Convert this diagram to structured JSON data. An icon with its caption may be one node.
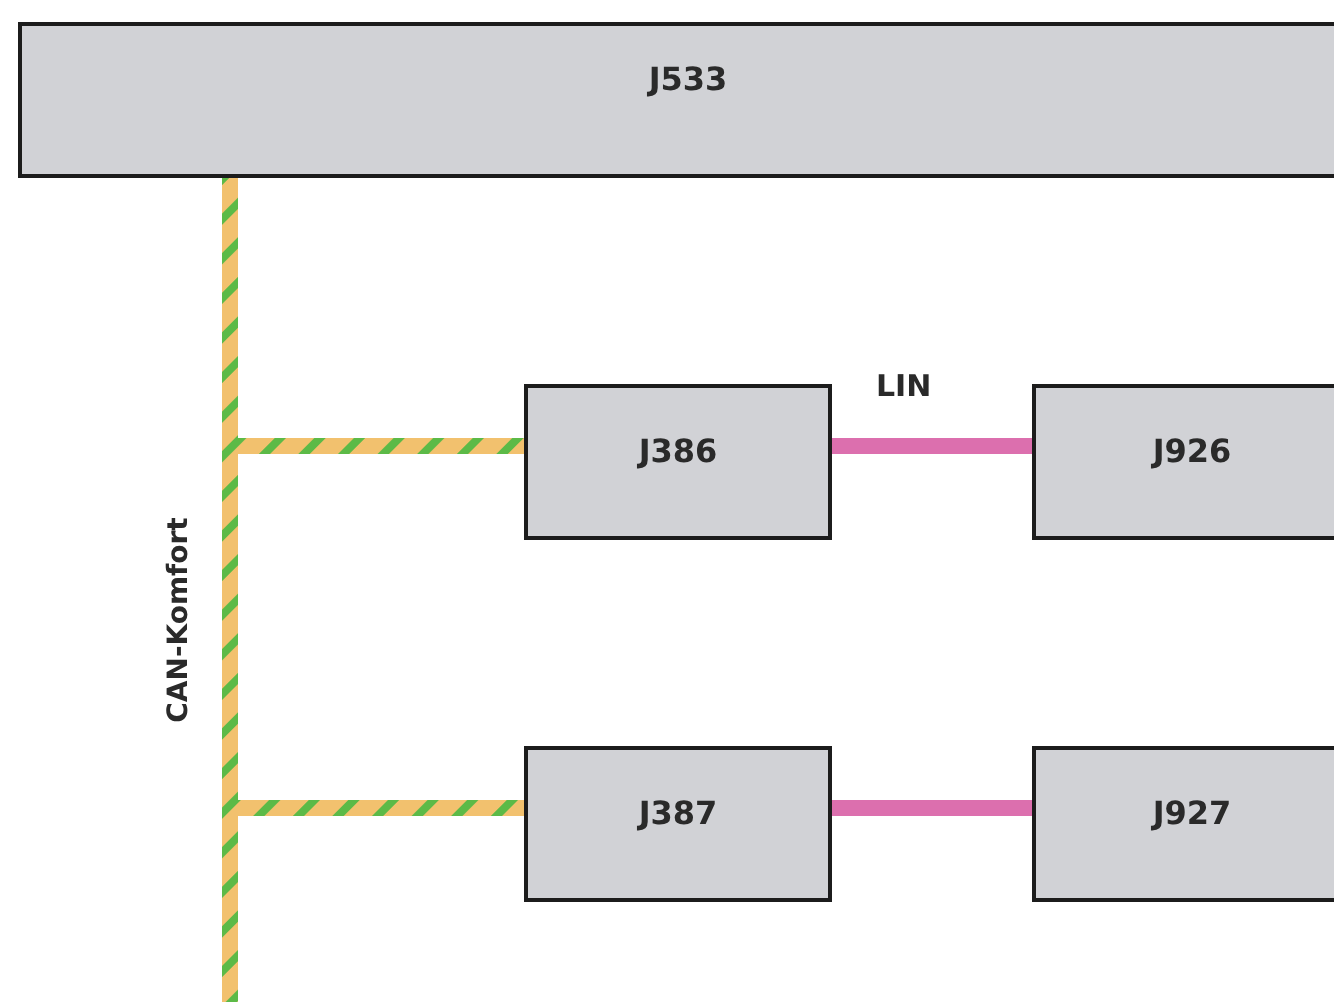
{
  "diagram": {
    "nodes": [
      {
        "text": [
          "J533"
        ]
      },
      {
        "text": [
          "J386"
        ]
      },
      {
        "text": [
          "J926"
        ]
      },
      {
        "text": [
          "J387"
        ]
      },
      {
        "text": [
          "J927"
        ]
      }
    ],
    "edges": [
      {
        "from": 0,
        "to": 1,
        "arrow": "none",
        "color": "#f2c16e"
      },
      {
        "from": 0,
        "to": 3,
        "arrow": "none",
        "color": "#f2c16e"
      },
      {
        "from": 0,
        "to": null,
        "arrow": "none",
        "color": "#f2c16e"
      },
      {
        "from": 1,
        "to": 2,
        "arrow": "none",
        "label": "LIN",
        "color": "#dc6fae"
      },
      {
        "from": 3,
        "to": 4,
        "arrow": "none",
        "color": "#dc6fae"
      }
    ],
    "labels": [
      "CAN-Komfort"
    ]
  }
}
